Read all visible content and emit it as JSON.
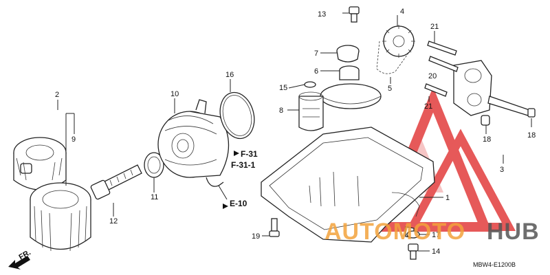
{
  "callouts": [
    "13",
    "4",
    "21",
    "7",
    "6",
    "5",
    "20",
    "15",
    "16",
    "10",
    "2",
    "9",
    "8",
    "21",
    "18",
    "18",
    "3",
    "1",
    "11",
    "12",
    "17",
    "19",
    "14"
  ],
  "refs": [
    "F-31",
    "F-31-1",
    "E-10"
  ],
  "direction": {
    "label": "FR."
  },
  "diagram_code": "MBW4-E1200B",
  "watermark": {
    "text_a": "AUTOMOTO",
    "text_b": "HUB",
    "color_red": "#e03030",
    "color_orange": "#f2a23c"
  }
}
